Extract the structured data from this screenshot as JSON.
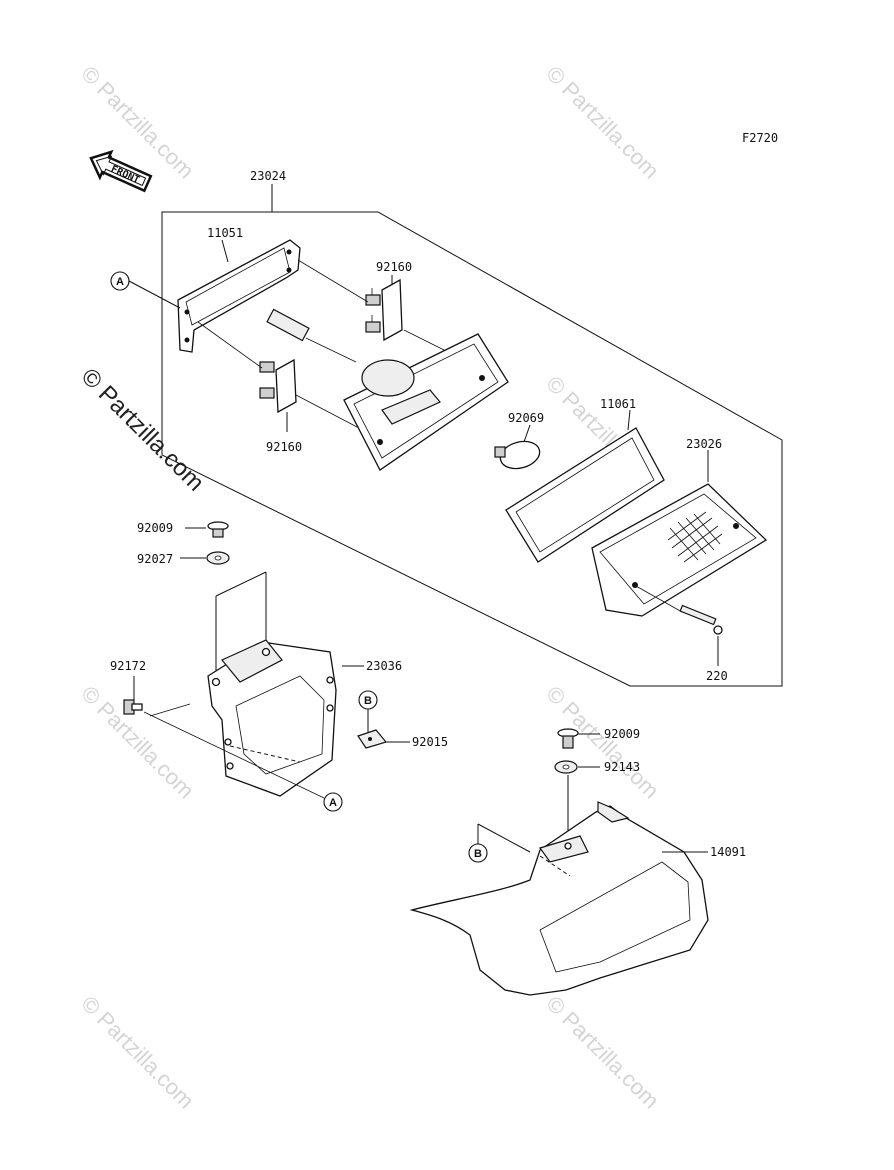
{
  "diagram": {
    "code": "F2720",
    "front_label": "FRONT",
    "watermark_small": "© Partzilla.com",
    "watermark_big": "© Partzilla.com",
    "part_labels": {
      "p23024": "23024",
      "p11051": "11051",
      "p92160_top": "92160",
      "p92160_bottom": "92160",
      "p92069": "92069",
      "p11061": "11061",
      "p23026": "23026",
      "p220": "220",
      "p92009_left": "92009",
      "p92027": "92027",
      "p23036": "23036",
      "p92172": "92172",
      "p92015": "92015",
      "p92009_right": "92009",
      "p92143": "92143",
      "p14091": "14091"
    },
    "ref_markers": {
      "a_top": "A",
      "a_bottom": "A",
      "b_top": "B",
      "b_bottom": "B"
    }
  }
}
